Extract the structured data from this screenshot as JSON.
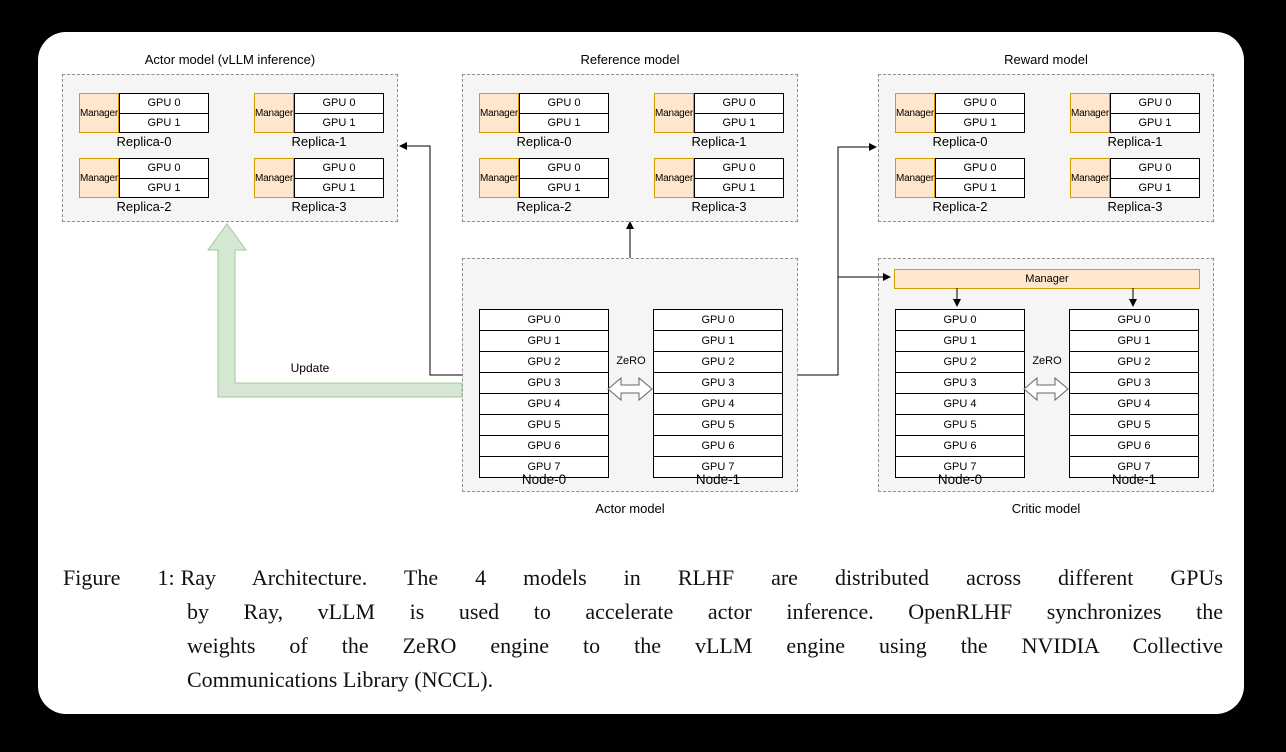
{
  "colors": {
    "background": "#000000",
    "card": "#ffffff",
    "panel_fill": "#f5f5f5",
    "panel_border": "#909090",
    "manager_fill": "#ffe6cc",
    "manager_border": "#d79b00",
    "gpu_border": "#000000",
    "update_fill": "#d5e8d4",
    "update_border": "#a6c79a",
    "connector": "#000000",
    "zero_arrow_border": "#666666"
  },
  "diagram": {
    "top_panels": [
      {
        "title": "Actor model (vLLM inference)",
        "replicas": [
          {
            "manager": "Manager",
            "gpus": [
              "GPU 0",
              "GPU 1"
            ],
            "label": "Replica-0"
          },
          {
            "manager": "Manager",
            "gpus": [
              "GPU 0",
              "GPU 1"
            ],
            "label": "Replica-1"
          },
          {
            "manager": "Manager",
            "gpus": [
              "GPU 0",
              "GPU 1"
            ],
            "label": "Replica-2"
          },
          {
            "manager": "Manager",
            "gpus": [
              "GPU 0",
              "GPU 1"
            ],
            "label": "Replica-3"
          }
        ]
      },
      {
        "title": "Reference model",
        "replicas": [
          {
            "manager": "Manager",
            "gpus": [
              "GPU 0",
              "GPU 1"
            ],
            "label": "Replica-0"
          },
          {
            "manager": "Manager",
            "gpus": [
              "GPU 0",
              "GPU 1"
            ],
            "label": "Replica-1"
          },
          {
            "manager": "Manager",
            "gpus": [
              "GPU 0",
              "GPU 1"
            ],
            "label": "Replica-2"
          },
          {
            "manager": "Manager",
            "gpus": [
              "GPU 0",
              "GPU 1"
            ],
            "label": "Replica-3"
          }
        ]
      },
      {
        "title": "Reward model",
        "replicas": [
          {
            "manager": "Manager",
            "gpus": [
              "GPU 0",
              "GPU 1"
            ],
            "label": "Replica-0"
          },
          {
            "manager": "Manager",
            "gpus": [
              "GPU 0",
              "GPU 1"
            ],
            "label": "Replica-1"
          },
          {
            "manager": "Manager",
            "gpus": [
              "GPU 0",
              "GPU 1"
            ],
            "label": "Replica-2"
          },
          {
            "manager": "Manager",
            "gpus": [
              "GPU 0",
              "GPU 1"
            ],
            "label": "Replica-3"
          }
        ]
      }
    ],
    "bottom_panels": [
      {
        "title": "Actor model",
        "zero_label": "ZeRO",
        "nodes": [
          {
            "label": "Node-0",
            "gpus": [
              "GPU 0",
              "GPU 1",
              "GPU 2",
              "GPU 3",
              "GPU 4",
              "GPU 5",
              "GPU 6",
              "GPU 7"
            ]
          },
          {
            "label": "Node-1",
            "gpus": [
              "GPU 0",
              "GPU 1",
              "GPU 2",
              "GPU 3",
              "GPU 4",
              "GPU 5",
              "GPU 6",
              "GPU 7"
            ]
          }
        ]
      },
      {
        "title": "Critic model",
        "manager_label": "Manager",
        "zero_label": "ZeRO",
        "nodes": [
          {
            "label": "Node-0",
            "gpus": [
              "GPU 0",
              "GPU 1",
              "GPU 2",
              "GPU 3",
              "GPU 4",
              "GPU 5",
              "GPU 6",
              "GPU 7"
            ]
          },
          {
            "label": "Node-1",
            "gpus": [
              "GPU 0",
              "GPU 1",
              "GPU 2",
              "GPU 3",
              "GPU 4",
              "GPU 5",
              "GPU 6",
              "GPU 7"
            ]
          }
        ]
      }
    ],
    "update_label": "Update"
  },
  "caption": {
    "label": "Figure 1:",
    "lines": [
      "Ray Architecture. The 4 models in RLHF are distributed across different GPUs",
      "by Ray, vLLM is used to accelerate actor inference. OpenRLHF synchronizes the",
      "weights of the ZeRO engine to the vLLM engine using the NVIDIA Collective",
      "Communications Library (NCCL)."
    ]
  }
}
